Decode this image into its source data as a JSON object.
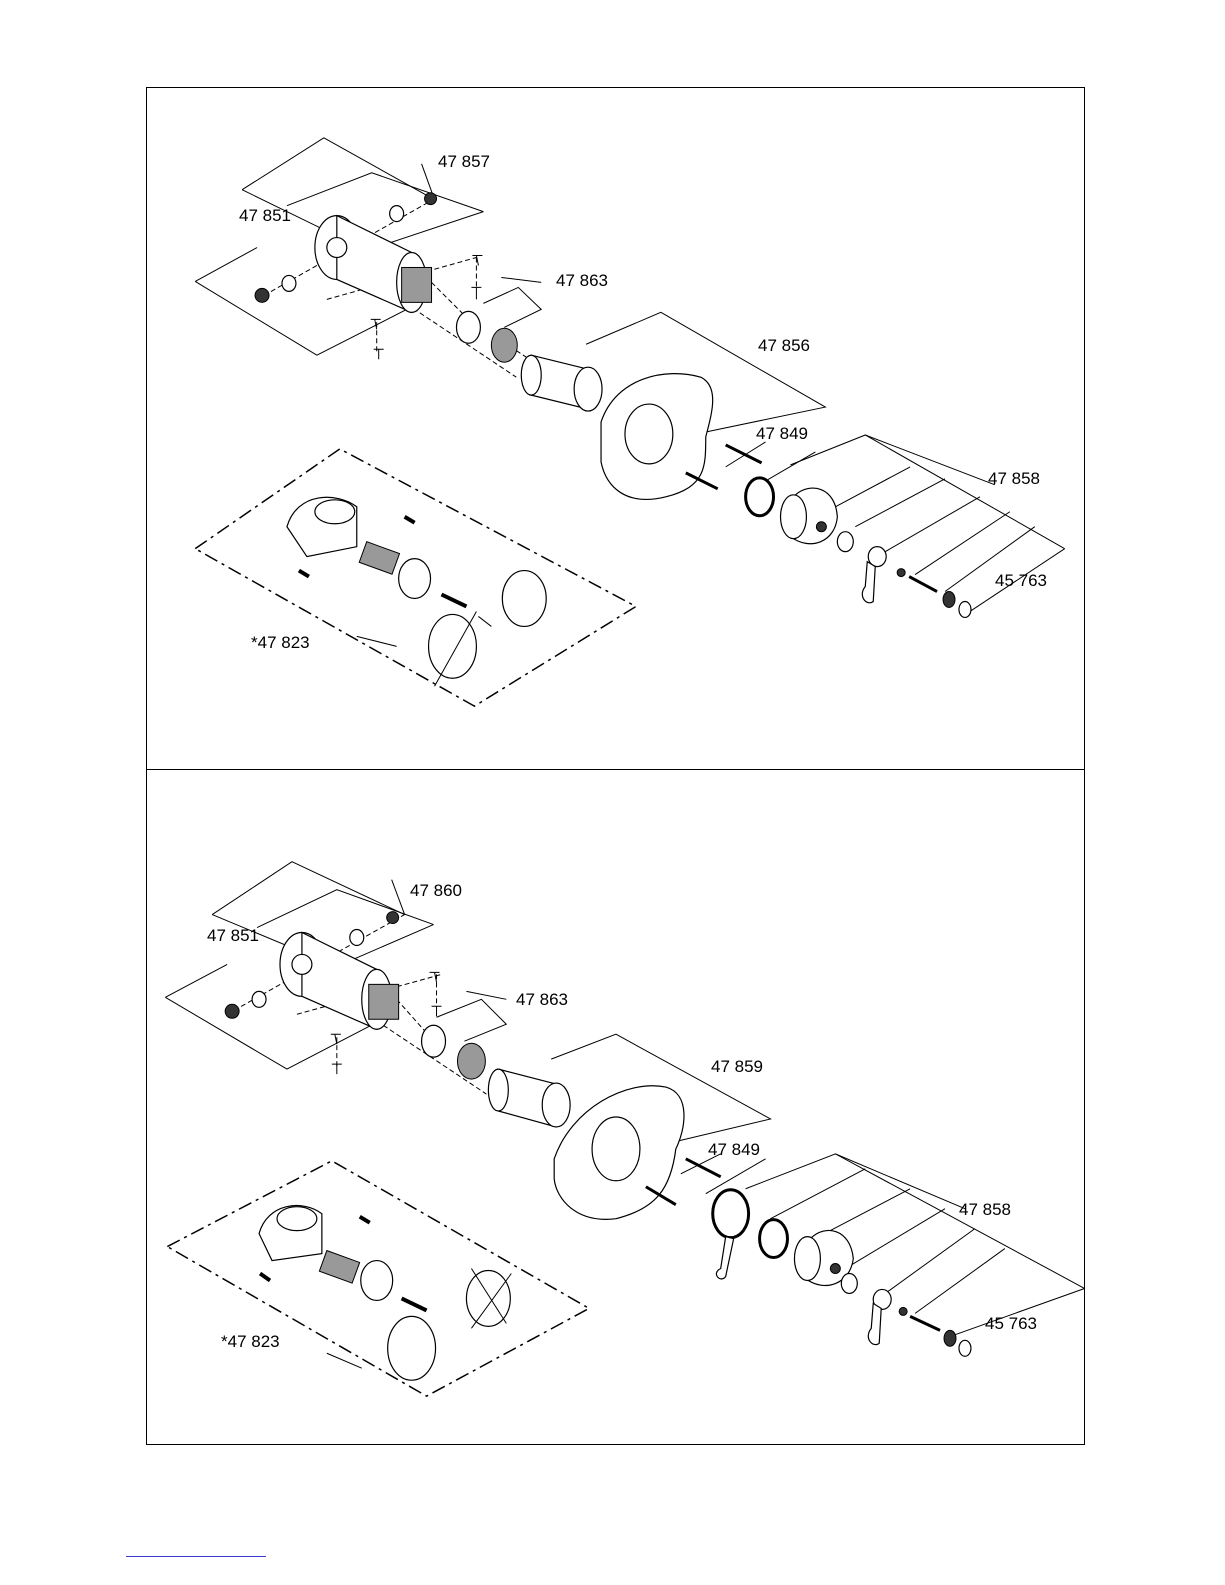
{
  "panels": [
    {
      "id": "top",
      "labels": {
        "p47857": "47 857",
        "p47851": "47 851",
        "p47863": "47 863",
        "p47856": "47 856",
        "p47849": "47 849",
        "p47858": "47 858",
        "p45763": "45 763",
        "p47823": "*47 823"
      }
    },
    {
      "id": "bottom",
      "labels": {
        "p47860": "47 860",
        "p47851": "47 851",
        "p47863": "47 863",
        "p47859": "47 859",
        "p47849": "47 849",
        "p47858": "47 858",
        "p45763": "45 763",
        "p47823": "*47 823"
      }
    }
  ],
  "colors": {
    "line": "#000000",
    "background": "#ffffff",
    "footer_link": "#3a3ad0"
  }
}
